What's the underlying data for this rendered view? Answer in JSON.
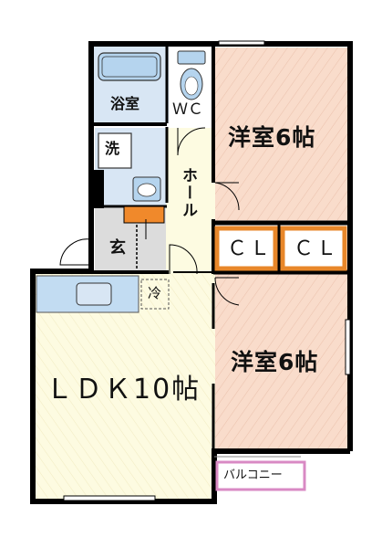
{
  "rooms": {
    "bedroom_1": "洋室6帖",
    "bedroom_2": "洋室6帖",
    "ldk": "ＬＤＫ10帖",
    "bath": "浴室",
    "toilet": "ＷＣ",
    "washroom": "洗",
    "hall": "ホール",
    "entrance": "玄",
    "fridge": "冷",
    "closet_1": "ＣＬ",
    "closet_2": "ＣＬ",
    "balcony": "バルコニー"
  },
  "colors": {
    "room_fill": "#f9dccb",
    "wet_area_fill": "#d8e6f4",
    "fixture_fill": "#b5d4ee",
    "hall_fill": "#fdfbe1",
    "closet_border": "#e8872a",
    "wall": "#000000"
  }
}
